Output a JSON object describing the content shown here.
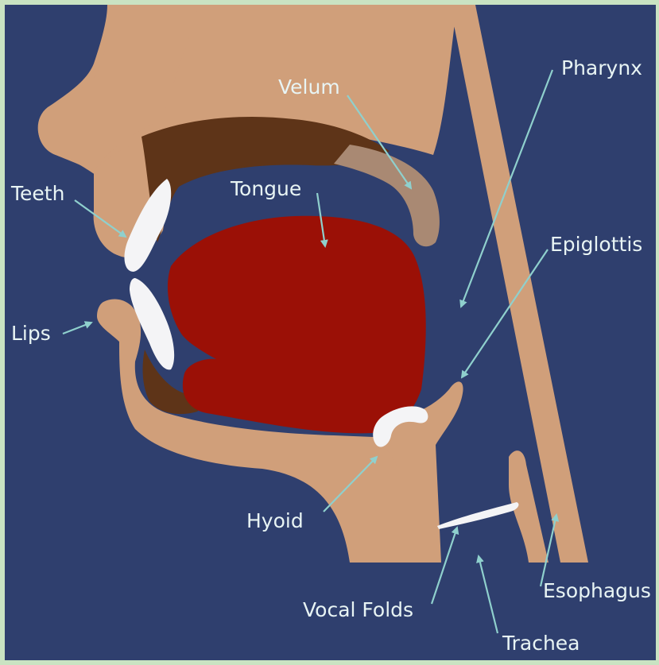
{
  "colors": {
    "background": "#2f3f6e",
    "border": "#c9e3c2",
    "flesh": "#d09f7a",
    "palate": "#5e3418",
    "velum": "#a98973",
    "tongue": "#9b1006",
    "bone": "#f4f4f6",
    "arrow": "#8fd0cd",
    "label": "#e8f4f4"
  },
  "labels": {
    "velum": "Velum",
    "pharynx": "Pharynx",
    "teeth": "Teeth",
    "tongue": "Tongue",
    "epiglottis": "Epiglottis",
    "lips": "Lips",
    "hyoid": "Hyoid",
    "vocal_folds": "Vocal Folds",
    "esophagus": "Esophagus",
    "trachea": "Trachea"
  },
  "icons": {
    "arrowhead": "arrowhead-icon"
  }
}
